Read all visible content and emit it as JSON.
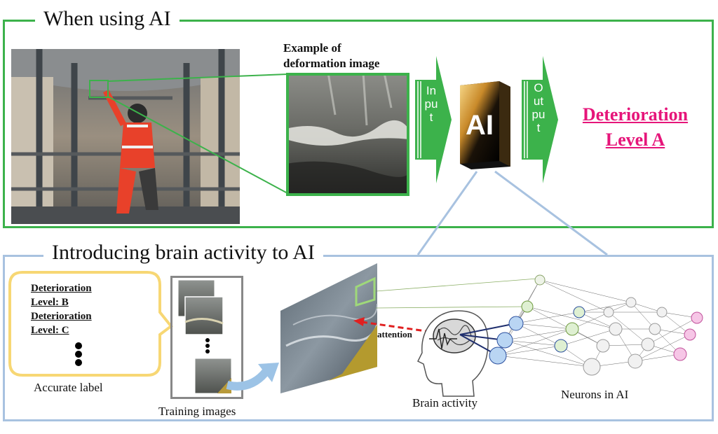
{
  "top_section": {
    "title": "When using AI",
    "example_label": "Example of\ndeformation image",
    "input_label": "Input",
    "ai_label": "AI",
    "output_label": "Output",
    "result_line1": "Deterioration",
    "result_line2": "Level A"
  },
  "bottom_section": {
    "title": "Introducing brain activity to AI",
    "labels": [
      "Deterioration",
      "Level: B",
      "Deterioration",
      "Level: C"
    ],
    "accurate_label": "Accurate label",
    "training_images": "Training images",
    "attention": "attention",
    "brain_activity": "Brain activity",
    "neurons": "Neurons in AI"
  },
  "colors": {
    "green": "#3cb24b",
    "blue_frame": "#a8c2e0",
    "result_pink": "#e6157a",
    "speech_yellow": "#f7d774"
  }
}
